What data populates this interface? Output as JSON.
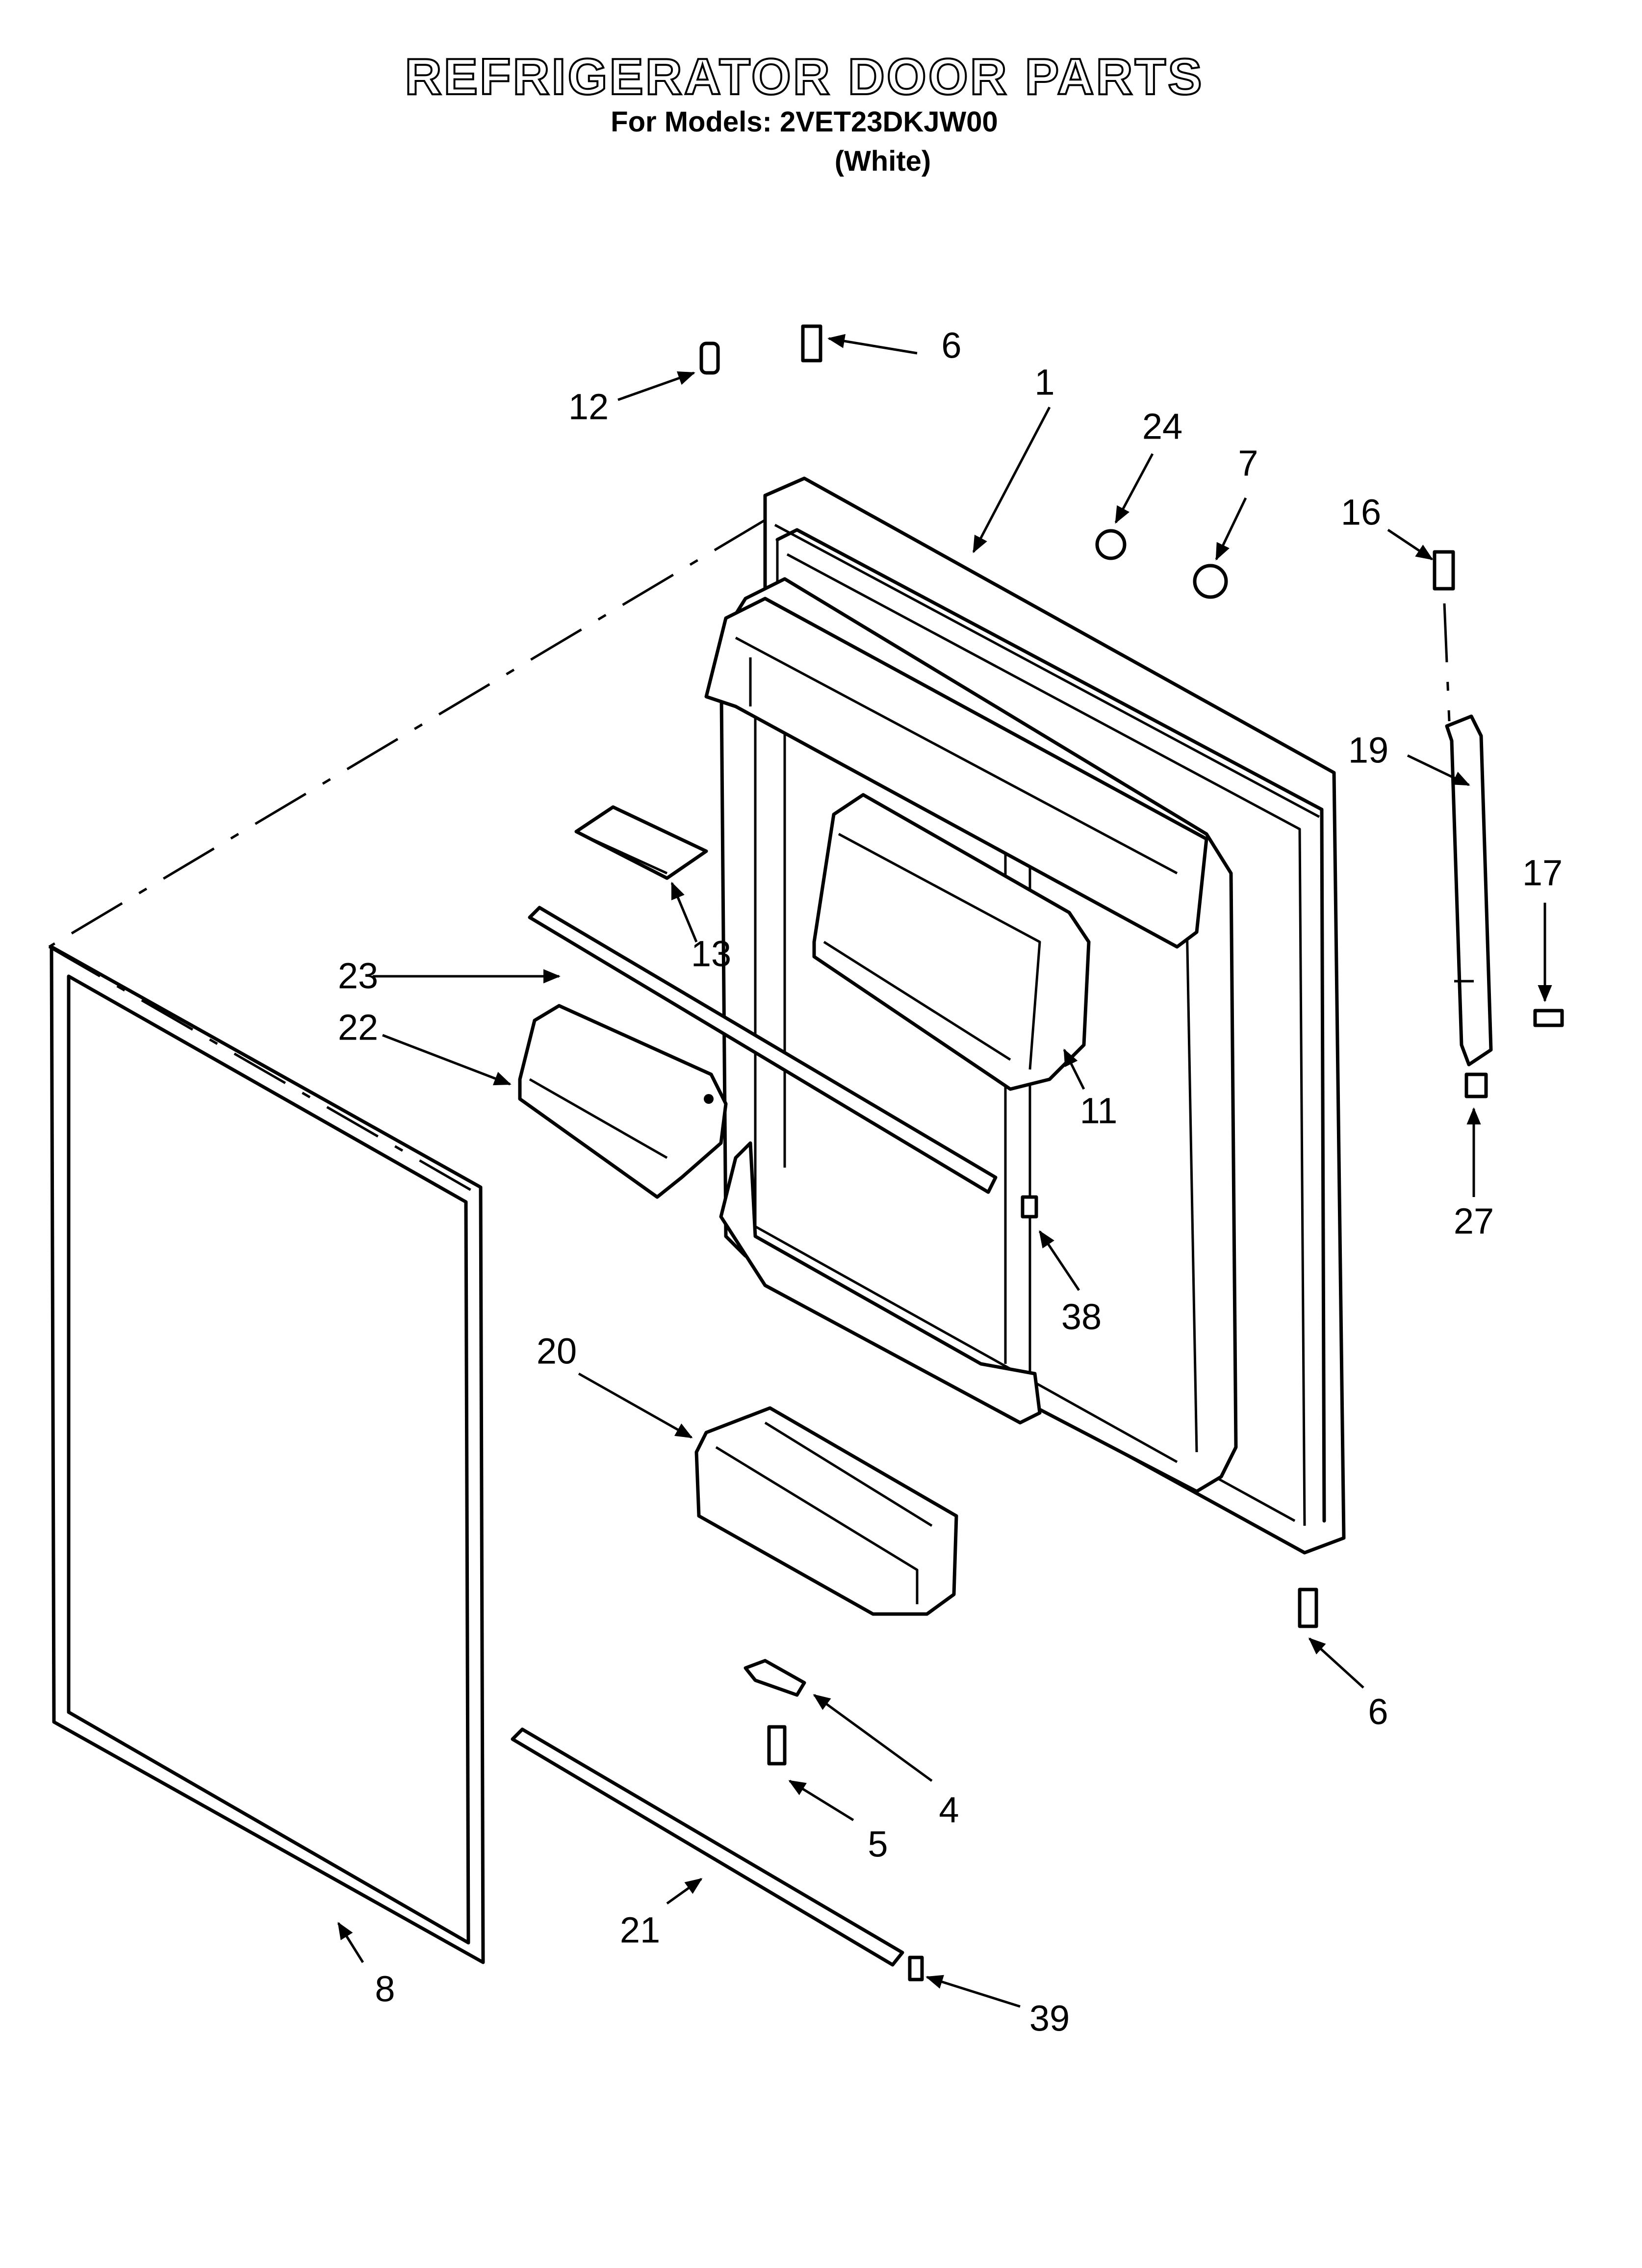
{
  "header": {
    "title": "REFRIGERATOR DOOR PARTS",
    "models": "For Models: 2VET23DKJW00",
    "color": "(White)"
  },
  "callouts": [
    {
      "id": "12",
      "label": "12"
    },
    {
      "id": "6-top",
      "label": "6"
    },
    {
      "id": "1",
      "label": "1"
    },
    {
      "id": "24",
      "label": "24"
    },
    {
      "id": "7",
      "label": "7"
    },
    {
      "id": "16",
      "label": "16"
    },
    {
      "id": "19",
      "label": "19"
    },
    {
      "id": "17",
      "label": "17"
    },
    {
      "id": "23",
      "label": "23"
    },
    {
      "id": "22",
      "label": "22"
    },
    {
      "id": "13",
      "label": "13"
    },
    {
      "id": "11",
      "label": "11"
    },
    {
      "id": "27",
      "label": "27"
    },
    {
      "id": "38",
      "label": "38"
    },
    {
      "id": "20",
      "label": "20"
    },
    {
      "id": "6-bottom",
      "label": "6"
    },
    {
      "id": "4",
      "label": "4"
    },
    {
      "id": "5",
      "label": "5"
    },
    {
      "id": "21",
      "label": "21"
    },
    {
      "id": "39",
      "label": "39"
    },
    {
      "id": "8",
      "label": "8"
    }
  ]
}
